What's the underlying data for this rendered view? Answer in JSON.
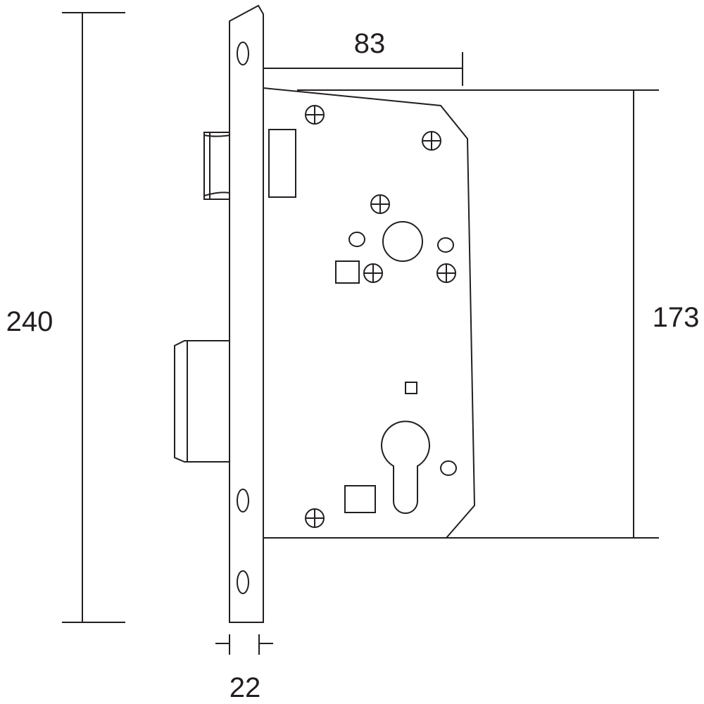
{
  "dimensions": {
    "total_height": "240",
    "case_depth": "83",
    "case_height": "173",
    "faceplate_width": "22"
  },
  "colors": {
    "line": "#231f20",
    "background": "#ffffff"
  }
}
